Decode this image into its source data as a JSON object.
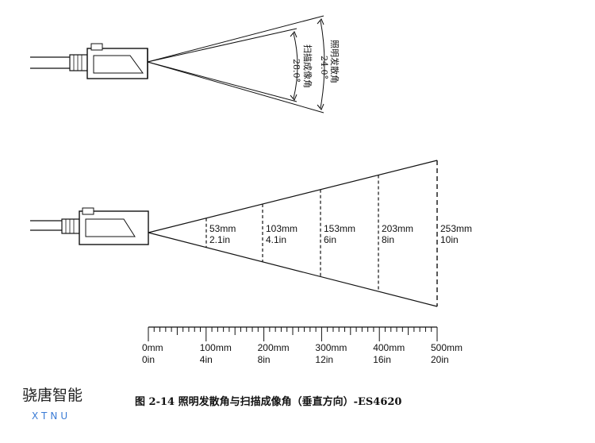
{
  "top_view": {
    "illumination_angle_label": "照明发散角",
    "illumination_angle_value": "24.0°",
    "scan_angle_label": "扫描成像角",
    "scan_angle_value": "28.0°"
  },
  "fov": {
    "sections": [
      {
        "mm": "53mm",
        "in": "2.1in"
      },
      {
        "mm": "103mm",
        "in": "4.1in"
      },
      {
        "mm": "153mm",
        "in": "6in"
      },
      {
        "mm": "203mm",
        "in": "8in"
      },
      {
        "mm": "253mm",
        "in": "10in"
      }
    ]
  },
  "ruler": {
    "ticks": [
      {
        "mm": "0mm",
        "in": "0in"
      },
      {
        "mm": "100mm",
        "in": "4in"
      },
      {
        "mm": "200mm",
        "in": "8in"
      },
      {
        "mm": "300mm",
        "in": "12in"
      },
      {
        "mm": "400mm",
        "in": "16in"
      },
      {
        "mm": "500mm",
        "in": "20in"
      }
    ]
  },
  "caption": "图 2-14  照明发散角与扫描成像角（垂直方向）-ES4620",
  "brand": {
    "name": "骁唐智能",
    "sub": "XTNU"
  },
  "colors": {
    "line": "#111111",
    "brand_accent": "#3a7bd5"
  }
}
